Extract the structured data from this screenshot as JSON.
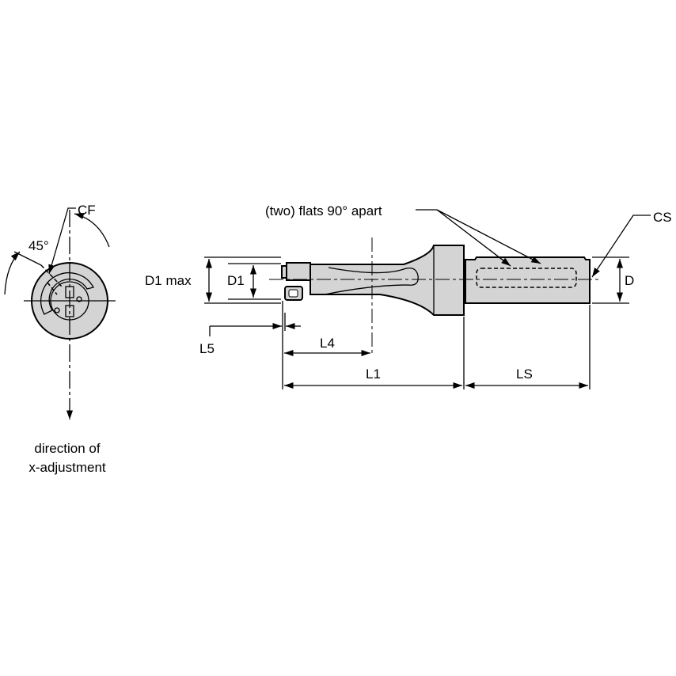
{
  "labels": {
    "cf": "CF",
    "angle": "45°",
    "direction_line1": "direction of",
    "direction_line2": "x-adjustment",
    "flats": "(two) flats 90° apart",
    "cs": "CS",
    "d1max": "D1 max",
    "d1": "D1",
    "d": "D",
    "l5": "L5",
    "l4": "L4",
    "l1": "L1",
    "ls": "LS"
  },
  "colors": {
    "fill": "#d4d4d4",
    "line": "#000000"
  }
}
